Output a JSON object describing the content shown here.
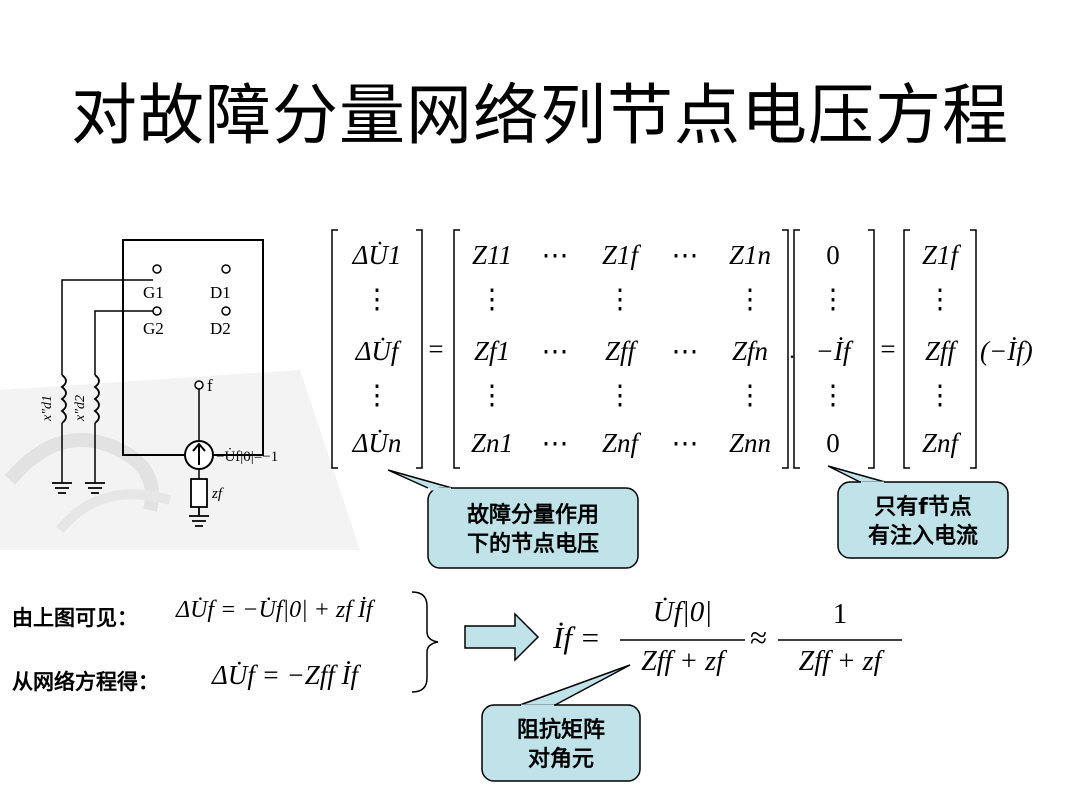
{
  "title": "对故障分量网络列节点电压方程",
  "circuit": {
    "port_labels": [
      "G1",
      "G2",
      "D1",
      "D2",
      "f"
    ],
    "reactance_labels": [
      "x″d1",
      "x″d2"
    ],
    "source_label": "−U̇f|0|=−1",
    "impedance_label": "zf"
  },
  "matrix_equation": {
    "lhs": [
      "ΔU̇1",
      "⋮",
      "ΔU̇f",
      "⋮",
      "ΔU̇n"
    ],
    "z_matrix": [
      [
        "Z11",
        "⋯",
        "Z1f",
        "⋯",
        "Z1n"
      ],
      [
        "⋮",
        "",
        "⋮",
        "",
        "⋮"
      ],
      [
        "Zf1",
        "⋯",
        "Zff",
        "⋯",
        "Zfn"
      ],
      [
        "⋮",
        "",
        "⋮",
        "",
        "⋮"
      ],
      [
        "Zn1",
        "⋯",
        "Znf",
        "⋯",
        "Znn"
      ]
    ],
    "current_vector": [
      "0",
      "⋮",
      "−İf",
      "⋮",
      "0"
    ],
    "result_vector": [
      "Z1f",
      "⋮",
      "Zff",
      "⋮",
      "Znf"
    ],
    "multiplier": "(−İf)",
    "equals": "="
  },
  "callouts": {
    "fault_component": "故障分量作用\n下的节点电压",
    "only_f": "只有f节点\n有注入电流",
    "diagonal": "阻抗矩阵\n对角元"
  },
  "equations": {
    "label_1": "由上图可见：",
    "eq_1": "ΔU̇f = −U̇f|0| + zf İf",
    "label_2": "从网络方程得：",
    "eq_2": "ΔU̇f = −Zff İf",
    "result_lhs": "İf =",
    "result_num": "U̇f|0|",
    "result_den": "Zff + zf",
    "approx": "≈",
    "result_num2": "1",
    "result_den2": "Zff + zf"
  },
  "colors": {
    "callout_fill": "#bfe3e8",
    "callout_border": "#000000",
    "arrow_fill": "#bfe3e8"
  }
}
